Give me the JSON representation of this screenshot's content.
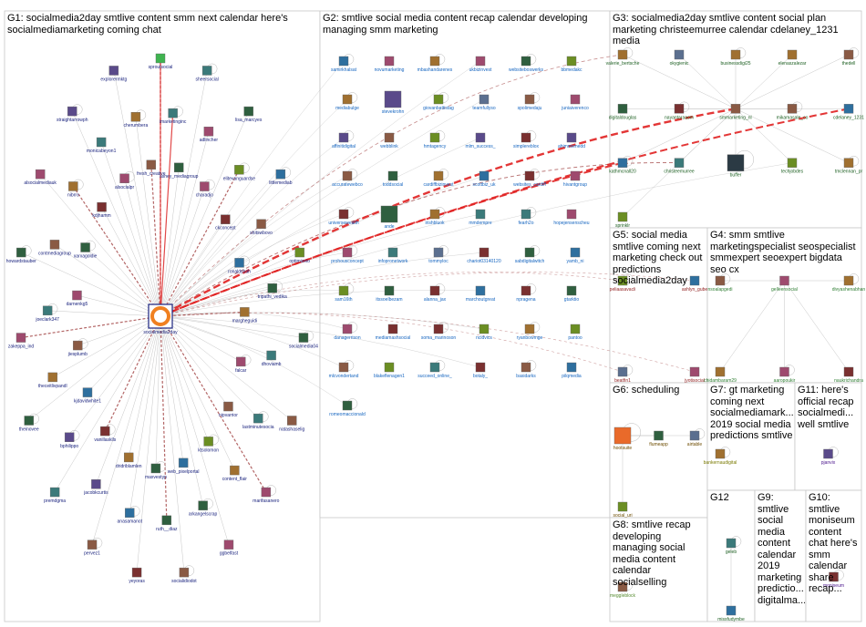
{
  "colors": {
    "edge": "#b8b8b8",
    "edge_strong": "#a04040",
    "edge_highlight": "#e02020",
    "group_border": "#c8c8c8",
    "g1_label": "#1a237e",
    "g2_label": "#1565c0",
    "g3_label": "#1b5e20",
    "g4_label": "#2e7d32",
    "g5_label": "#8e1a1a",
    "g6_label": "#6d4c00",
    "g7_label": "#7a7a00",
    "g8_label": "#558b2f",
    "g11_label": "#4a148c"
  },
  "groups": [
    {
      "id": "G1",
      "title": "G1: socialmedia2day smtlive content smm next calendar here's socialmediamarketing coming chat"
    },
    {
      "id": "G2",
      "title": "G2: smtlive social media content recap calendar developing managing smm marketing"
    },
    {
      "id": "G3",
      "title": "G3: socialmedia2day smtlive content social plan marketing christeemurree calendar cdelaney_1231 media"
    },
    {
      "id": "G5",
      "title": "G5: social media smtlive coming next marketing check out predictions socialmedia2day"
    },
    {
      "id": "G4",
      "title": "G4: smm smtlive marketingspecialist seospecialist smmexpert seoexpert bigdata seo cx"
    },
    {
      "id": "G6",
      "title": "G6: scheduling"
    },
    {
      "id": "G7",
      "title": "G7: gt marketing coming next socialmediamark... 2019 social media predictions smtlive"
    },
    {
      "id": "G11",
      "title": "G11: here's official recap socialmedi... well smtlive"
    },
    {
      "id": "G8",
      "title": "G8: smtlive recap developing managing social media content calendar socialselling"
    },
    {
      "id": "G12",
      "title": "G12"
    },
    {
      "id": "G9",
      "title": "G9: smtlive social media content calendar 2019 marketing predictio... digitalma..."
    },
    {
      "id": "G10",
      "title": "G10: smtlive moniseum content chat here's smm calendar share recap..."
    }
  ],
  "nodes": {
    "G1": [
      "socialmedia2day",
      "sproutsocial",
      "imarketinginc",
      "ashey_mediagroup",
      "sheersocial",
      "adlincher",
      "charadjo",
      "lisa_marcyes",
      "elitevanguardse",
      "ckconcept",
      "littlemediab",
      "shitswbovo",
      "ronaldshah",
      "optimizeio",
      "tripathi_vedika",
      "margheguidi",
      "socialmedia04",
      "dhoviamb",
      "falcar",
      "natashaselig",
      "lastminutesocia",
      "nipvarrior",
      "marifasanero",
      "content_flair",
      "ktsolomon",
      "ggbelfast",
      "arkangelscrap",
      "web_pixelportal",
      "socialidiodot",
      "ruth__diaz",
      "maxvestyp",
      "yeyoras",
      "anasamanot",
      "dridriblamlen",
      "pervez1",
      "jacobkcurtis",
      "vanillasklls",
      "premdgma",
      "bphilippo",
      "kjdavidwhite1",
      "theinovee",
      "theceitlivpandl",
      "jiesplumb",
      "zakeppa_ind",
      "joeclark347",
      "darnenkg5",
      "howardstauber",
      "contmediagroup",
      "xarxagoldie",
      "alsocialmediauk",
      "nibrro",
      "kdjhamm",
      "straightarrowph",
      "monicabeyon1",
      "alsocialpr",
      "explorermktg",
      "cherumbera",
      "fresh_creative"
    ],
    "G2": [
      "samirkhalsat",
      "novumarketing",
      "mbashandarenes",
      "ukbizinvest",
      "websiteboswerks",
      "bbmedakc",
      "mediabulge",
      "stevekrohn",
      "giovanbattistag",
      "teamfullyso",
      "spolimedaju",
      "juniaiverenco",
      "affinitidigital",
      "webblink",
      "hmtagency",
      "mlm_success_",
      "simplereblox",
      "ahimmsmedd",
      "accuratewebco",
      "toddsocial",
      "cardiffbizinvest",
      "scottbiz_uk",
      "websites_cardiff",
      "hivantgroup",
      "universewealth",
      "ande",
      "irishbluok",
      "mmdempre",
      "fearh2o",
      "hopejensenscheu",
      "prohousconcept",
      "infopronetwork",
      "tommyloc",
      "chariot03140120",
      "sabdigitalwitch",
      "yamb_ni",
      "sam16th",
      "itssoelbezam",
      "alanna_jax",
      "marchoutgreat",
      "npragena",
      "gtarktio",
      "danagerrison",
      "mediamashsocial",
      "soma_marinoson",
      "ncldvics",
      "ryanbowmge",
      "pantoo",
      "mlcvondertand",
      "blakeflenagen1",
      "succeed_online_",
      "botaly_",
      "basidarks",
      "pilqmedia",
      "romeomaccionald"
    ],
    "G3": [
      "valerie_bertsche",
      "okygienic",
      "businessdigi25",
      "elenaszalezar",
      "thedell",
      "digitaldouglas",
      "nayantaraaom",
      "smmarketing_nl",
      "mikamasale_co",
      "cdelaney_1231",
      "kathmcnall20",
      "christeemurree",
      "buffer",
      "techjobdes",
      "tmclennan_pr",
      "sprinklr"
    ],
    "G5": [
      "peliaasavacli",
      "ashlyn_gube",
      "beatfin1",
      "jyotisocial"
    ],
    "G4": [
      "nsoalapgedi",
      "gelleensocial",
      "divyashenabhan",
      "chidambaram29",
      "aaropoukir",
      "naukrichandra"
    ],
    "G6": [
      "hootsuite",
      "flumeapp",
      "airtable",
      "social_uri"
    ],
    "G7": [
      "bankernaudigital"
    ],
    "G11": [
      "pjanvix"
    ],
    "G8": [
      "meggleblock"
    ],
    "G12": [
      "geleb",
      "missfudymbe"
    ],
    "G9": [],
    "G10": [
      "moniseum"
    ]
  }
}
